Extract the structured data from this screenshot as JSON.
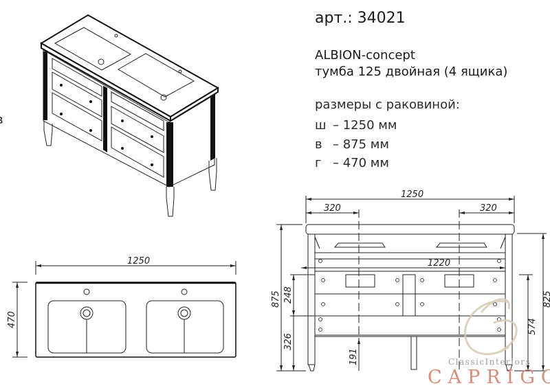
{
  "product": {
    "article": "арт.: 34021",
    "name": "ALBION-concept",
    "type_main": "тумба 125 двойная",
    "type_note": "(4 ящика)",
    "sizes_label": "размеры с раковиной:",
    "sizes": [
      {
        "key": "ш",
        "value": "– 1250 мм"
      },
      {
        "key": "в",
        "value": "– 875 мм"
      },
      {
        "key": "г",
        "value": "– 470 мм"
      }
    ],
    "cut_letter": "в"
  },
  "top_view": {
    "width": "1250",
    "depth": "470"
  },
  "front_view": {
    "width": "1250",
    "offset_left": "320",
    "offset_right": "320",
    "inner_width": "1220",
    "height_total": "875",
    "drawer_height": "248",
    "lower_height": "326",
    "leg_clearance": "191",
    "height_body": "825",
    "height_574": "574"
  },
  "watermark": {
    "brand": "CAPRIGO",
    "tagline": "ClassicInteriors"
  }
}
